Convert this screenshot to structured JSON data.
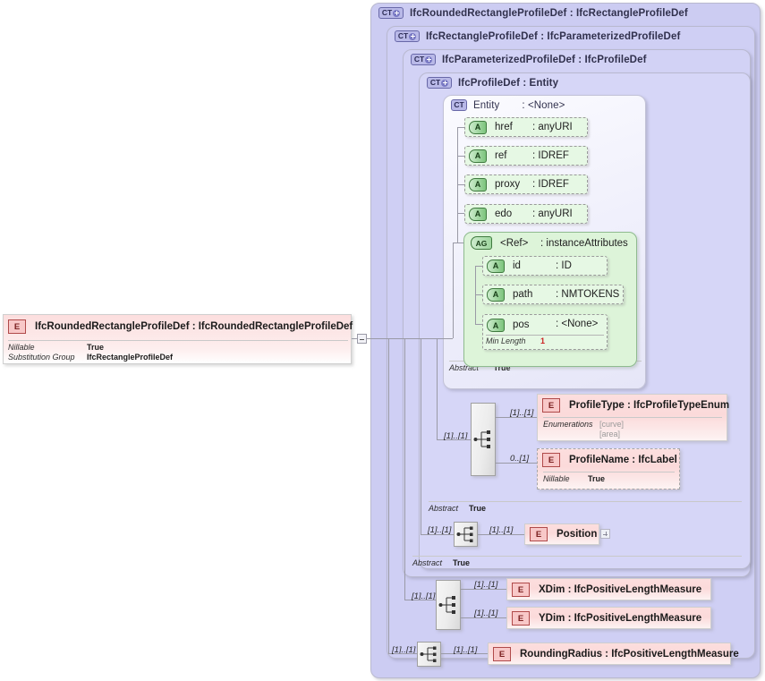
{
  "diagram": {
    "title": "IfcRoundedRectangleProfileDef XSD diagram",
    "accent_pink": "#fbdada",
    "accent_lilac": "#ccccf2",
    "accent_green": "#ddf4d9"
  },
  "root_element": {
    "badge": "E",
    "title": "IfcRoundedRectangleProfileDef : IfcRoundedRectangleProfileDef",
    "properties": [
      {
        "name": "Nillable",
        "value": "True"
      },
      {
        "name": "Substitution Group",
        "value": "IfcRectangleProfileDef"
      }
    ]
  },
  "containers": [
    {
      "badge": "CT",
      "expandable": true,
      "title": "IfcRoundedRectangleProfileDef : IfcRectangleProfileDef"
    },
    {
      "badge": "CT",
      "expandable": true,
      "title": "IfcRectangleProfileDef : IfcParameterizedProfileDef"
    },
    {
      "badge": "CT",
      "expandable": true,
      "title": "IfcParameterizedProfileDef : IfcProfileDef"
    },
    {
      "badge": "CT",
      "expandable": true,
      "title": "IfcProfileDef : Entity"
    },
    {
      "badge": "CT",
      "expandable": false,
      "title": "Entity     : <None>"
    }
  ],
  "entity_box": {
    "badge": "CT",
    "name": "Entity",
    "type": ": <None>",
    "attributes": [
      {
        "badge": "A",
        "name": "href",
        "type": ": anyURI"
      },
      {
        "badge": "A",
        "name": "ref",
        "type": ": IDREF"
      },
      {
        "badge": "A",
        "name": "proxy",
        "type": ": IDREF"
      },
      {
        "badge": "A",
        "name": "edo",
        "type": ": anyURI"
      }
    ],
    "attribute_group": {
      "badge": "AG",
      "name": "<Ref>",
      "type": ": instanceAttributes",
      "attributes": [
        {
          "badge": "A",
          "name": "id",
          "type": ": ID",
          "facet": null
        },
        {
          "badge": "A",
          "name": "path",
          "type": ": NMTOKENS",
          "facet": null
        },
        {
          "badge": "A",
          "name": "pos",
          "type": ": <None>",
          "facet": {
            "name": "Min Length",
            "value": "1"
          }
        }
      ]
    },
    "footer": {
      "name": "Abstract",
      "value": "True"
    }
  },
  "profile_group": {
    "compositor": "sequence",
    "incoming_cardinality": "[1]..[1]",
    "children": [
      {
        "cardinality": "[1]..[1]",
        "badge": "E",
        "title": "ProfileType : IfcProfileTypeEnum",
        "properties": [
          {
            "name": "Enumerations",
            "value": "[curve]"
          },
          {
            "name": "",
            "value": "[area]"
          }
        ],
        "dashed": false
      },
      {
        "cardinality": "0..[1]",
        "badge": "E",
        "title": "ProfileName : IfcLabel",
        "properties": [
          {
            "name": "Nillable",
            "value": "True"
          }
        ],
        "dashed": true
      }
    ],
    "footer": {
      "name": "Abstract",
      "value": "True"
    }
  },
  "position_group": {
    "compositor": "sequence",
    "incoming_cardinality": "[1]..[1]",
    "children": [
      {
        "cardinality": "[1]..[1]",
        "badge": "E",
        "title": "Position",
        "expandable": true
      }
    ],
    "footer": {
      "name": "Abstract",
      "value": "True"
    }
  },
  "dims_group": {
    "compositor": "sequence",
    "incoming_cardinality": "[1]..[1]",
    "children": [
      {
        "cardinality": "[1]..[1]",
        "badge": "E",
        "title": "XDim      : IfcPositiveLengthMeasure"
      },
      {
        "cardinality": "[1]..[1]",
        "badge": "E",
        "title": "YDim      : IfcPositiveLengthMeasure"
      }
    ]
  },
  "radius_group": {
    "compositor": "sequence",
    "incoming_cardinality": "[1]..[1]",
    "children": [
      {
        "cardinality": "[1]..[1]",
        "badge": "E",
        "title": "RoundingRadius : IfcPositiveLengthMeasure"
      }
    ]
  }
}
